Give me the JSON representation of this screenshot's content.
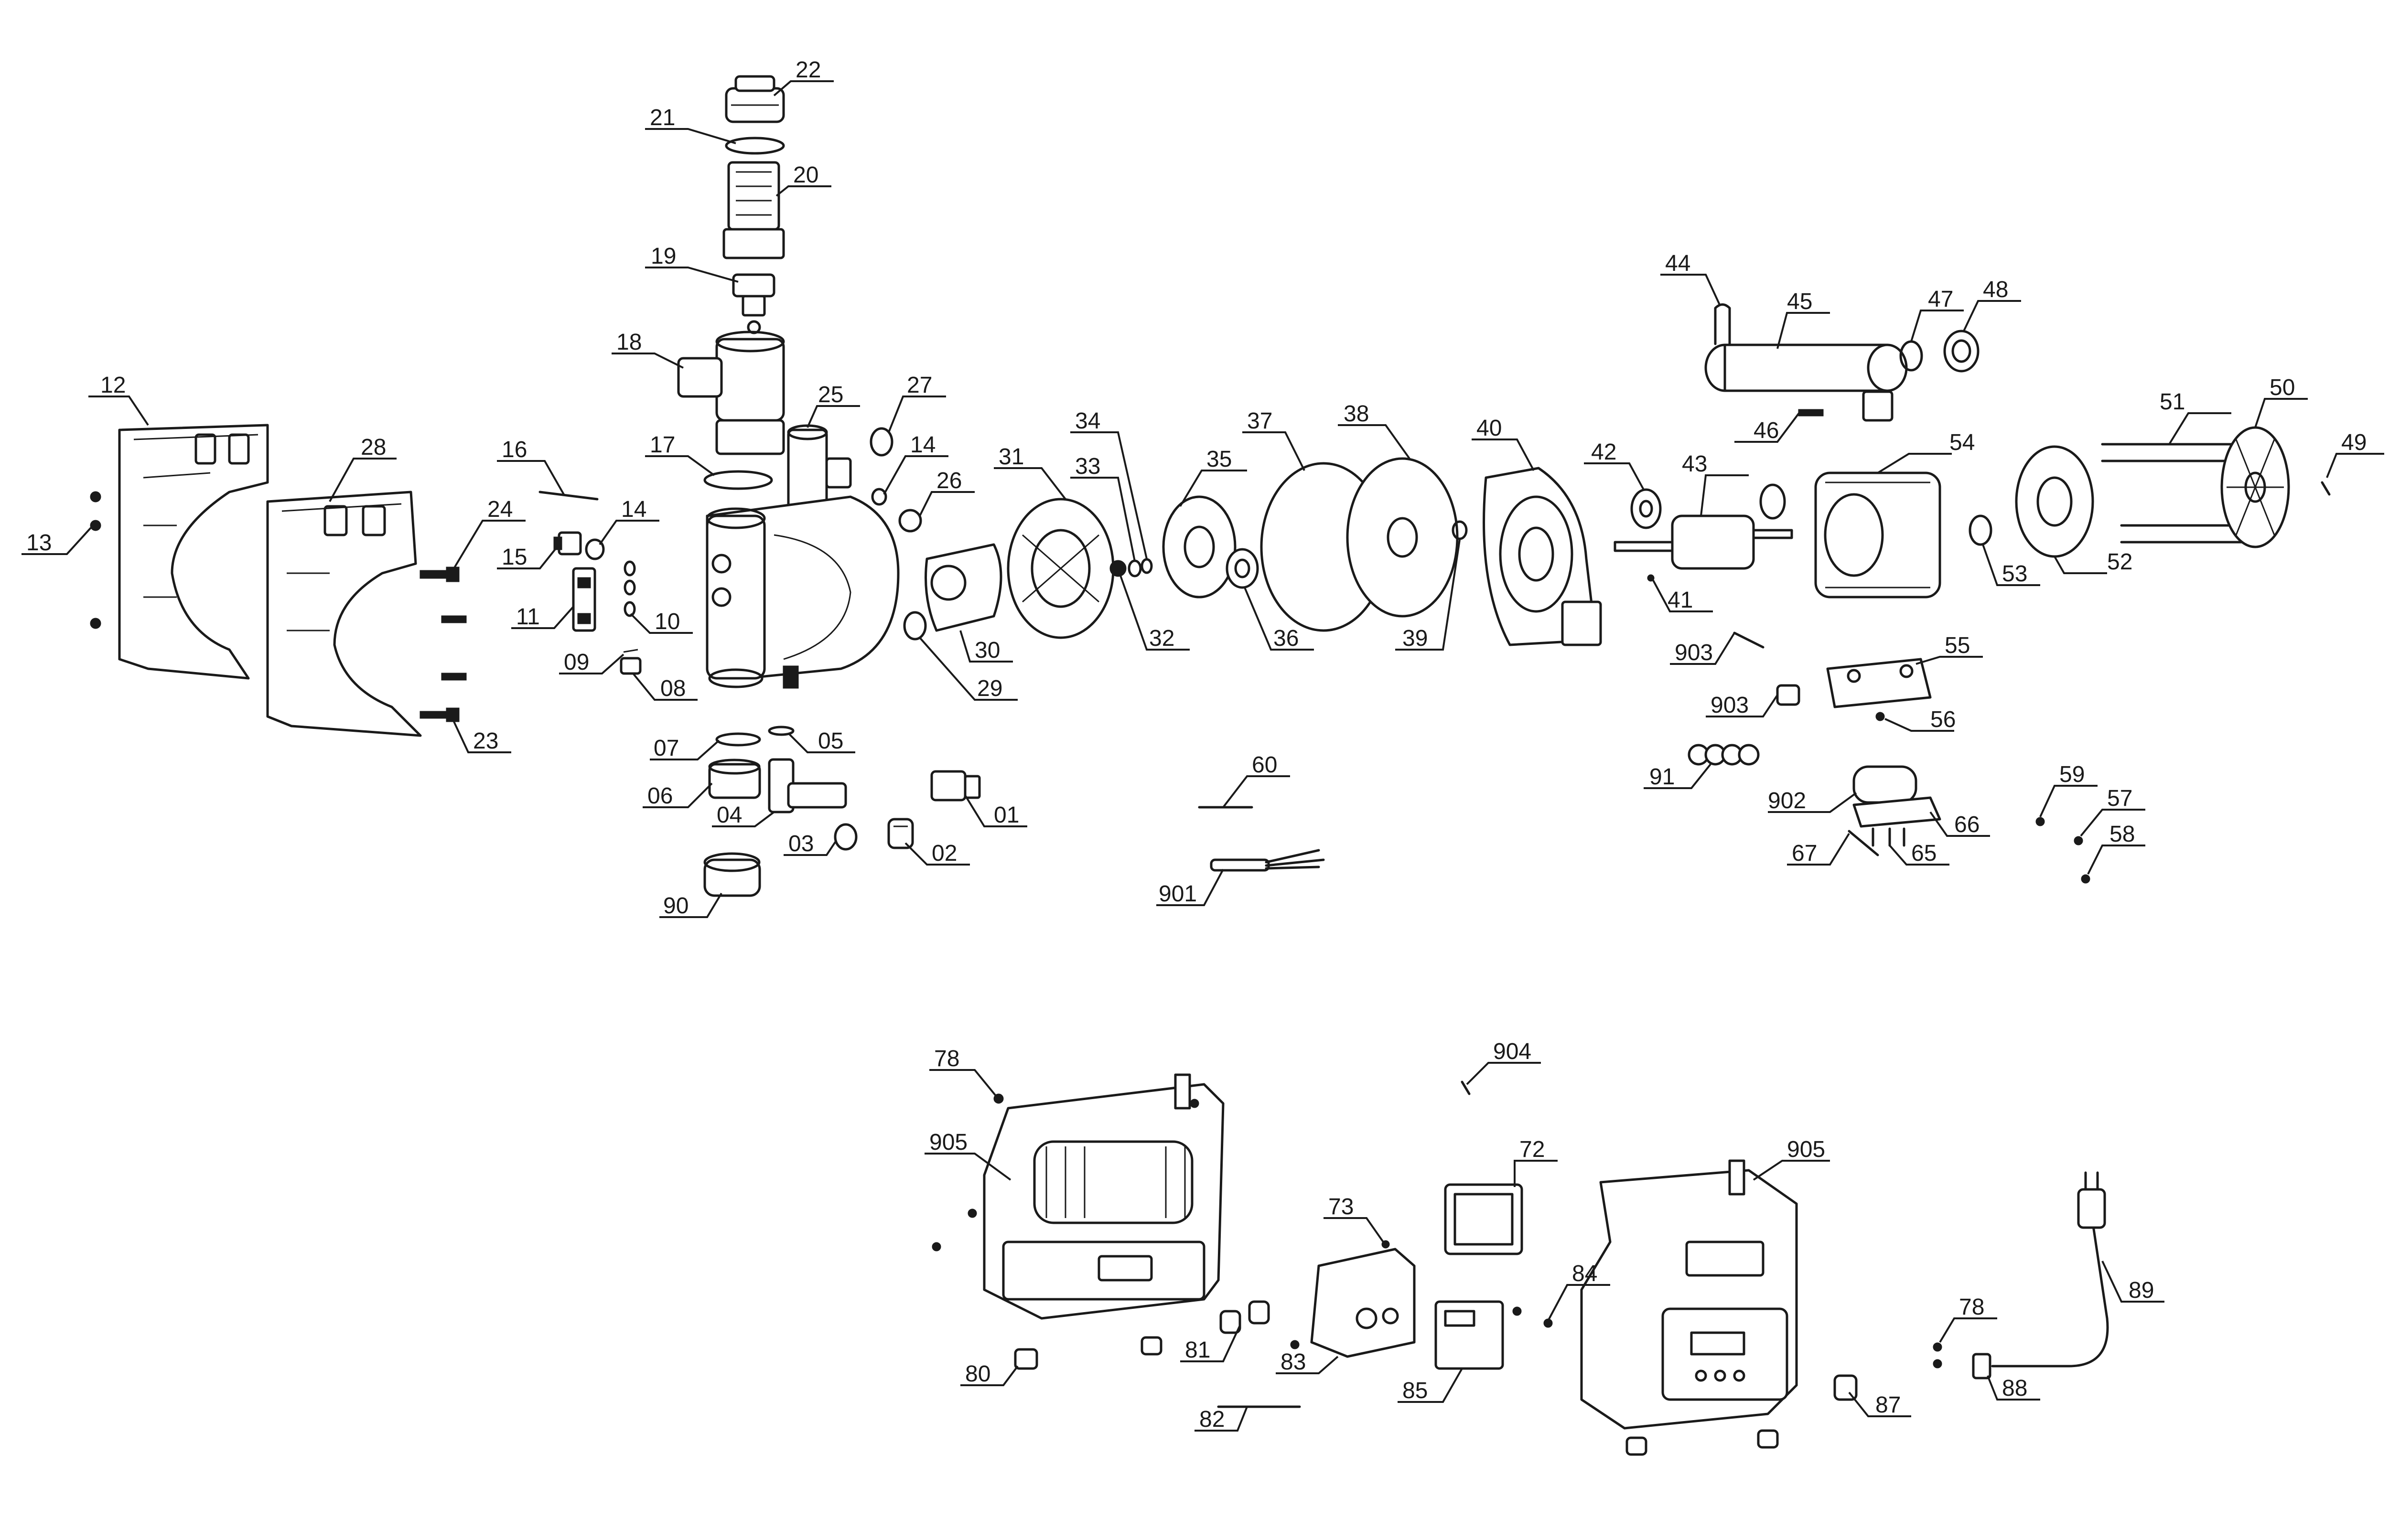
{
  "diagram": {
    "title": "Exploded parts view - pump assembly",
    "labels": {
      "p22": "22",
      "p21": "21",
      "p20": "20",
      "p19": "19",
      "p18": "18",
      "p25": "25",
      "p17": "17",
      "p27": "27",
      "p14a": "14",
      "p26": "26",
      "p14b": "14",
      "p16": "16",
      "p15": "15",
      "p24": "24",
      "p11": "11",
      "p10": "10",
      "p09": "09",
      "p08": "08",
      "p07": "07",
      "p05": "05",
      "p06": "06",
      "p04": "04",
      "p01": "01",
      "p03": "03",
      "p02": "02",
      "p90": "90",
      "p12": "12",
      "p28": "28",
      "p13": "13",
      "p23": "23",
      "p31": "31",
      "p34": "34",
      "p33": "33",
      "p35": "35",
      "p37": "37",
      "p38": "38",
      "p40": "40",
      "p42": "42",
      "p43": "43",
      "p41": "41",
      "p32": "32",
      "p36": "36",
      "p39": "39",
      "p29": "29",
      "p30": "30",
      "p44": "44",
      "p45": "45",
      "p47": "47",
      "p48": "48",
      "p46": "46",
      "p54": "54",
      "p51": "51",
      "p50": "50",
      "p49": "49",
      "p53": "53",
      "p52": "52",
      "p903a": "903",
      "p903b": "903",
      "p55": "55",
      "p56": "56",
      "p91": "91",
      "p902": "902",
      "p66": "66",
      "p65": "65",
      "p67": "67",
      "p59": "59",
      "p57": "57",
      "p58": "58",
      "p60": "60",
      "p901": "901",
      "p78a": "78",
      "p905a": "905",
      "p80": "80",
      "p81": "81",
      "p82": "82",
      "p83": "83",
      "p73": "73",
      "p904": "904",
      "p72": "72",
      "p85": "85",
      "p84": "84",
      "p905b": "905",
      "p87": "87",
      "p78b": "78",
      "p88": "88",
      "p89": "89"
    }
  }
}
